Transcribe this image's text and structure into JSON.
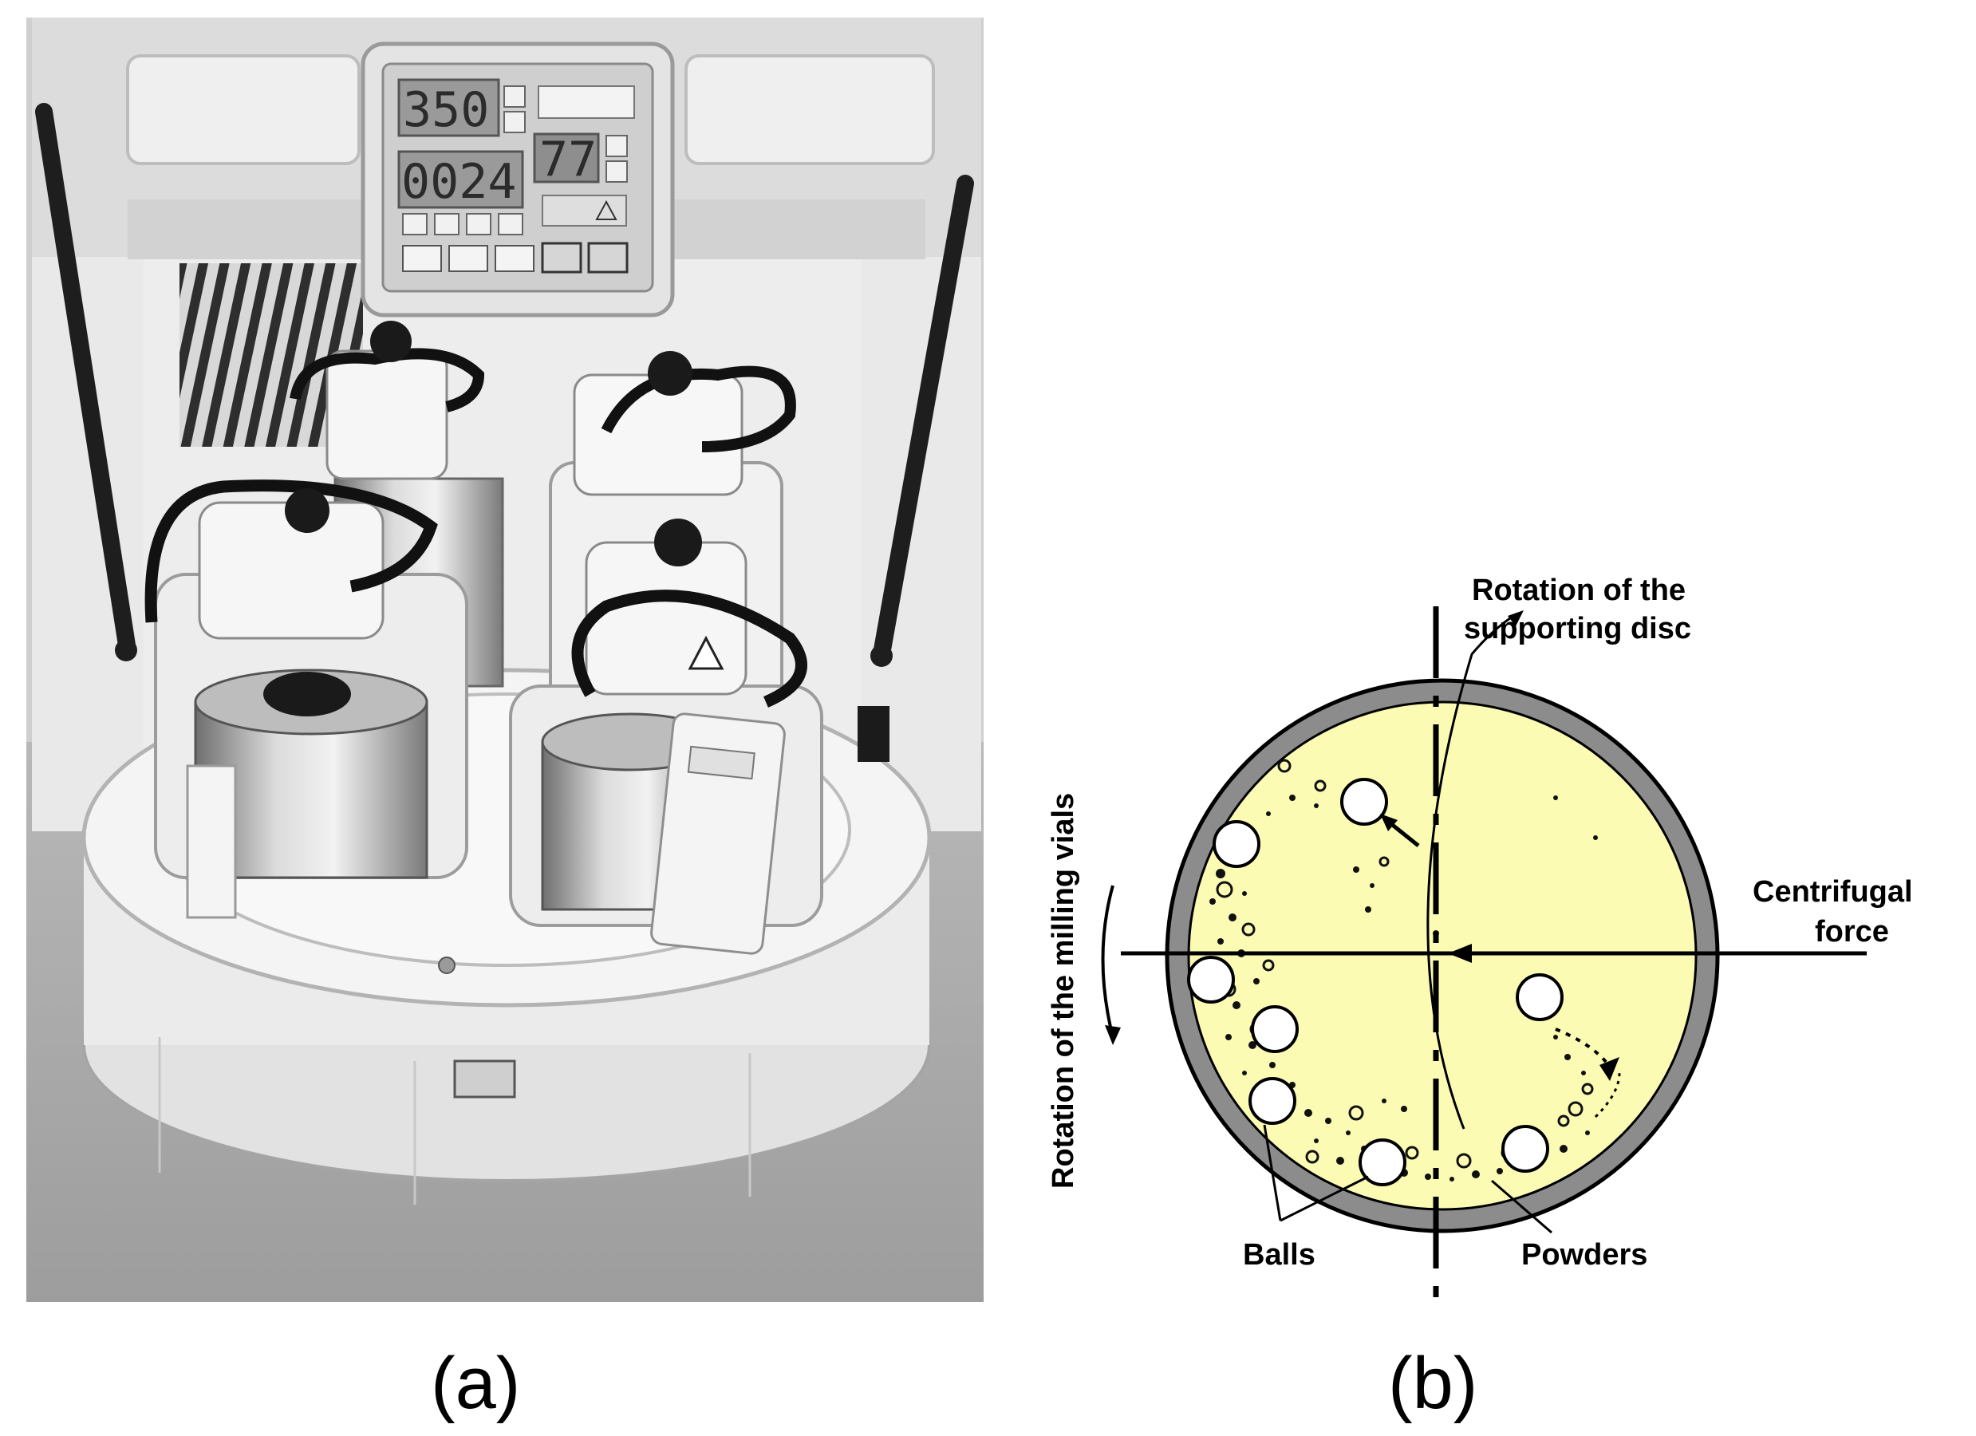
{
  "panel_a": {
    "caption": "(a)",
    "display_speed": "350",
    "display_time": "0024",
    "display_cycles": "77"
  },
  "panel_b": {
    "caption": "(b)",
    "label_disc_rotation_line1": "Rotation of the",
    "label_disc_rotation_line2": "supporting disc",
    "label_vial_rotation": "Rotation of the milling vials",
    "label_centrifugal_line1": "Centrifugal",
    "label_centrifugal_line2": "force",
    "label_balls": "Balls",
    "label_powders": "Powders"
  },
  "colors": {
    "vial_fill": "#fbfbb4",
    "vial_wall": "#8c8c8c",
    "photo_background": "#cfcfcf"
  }
}
